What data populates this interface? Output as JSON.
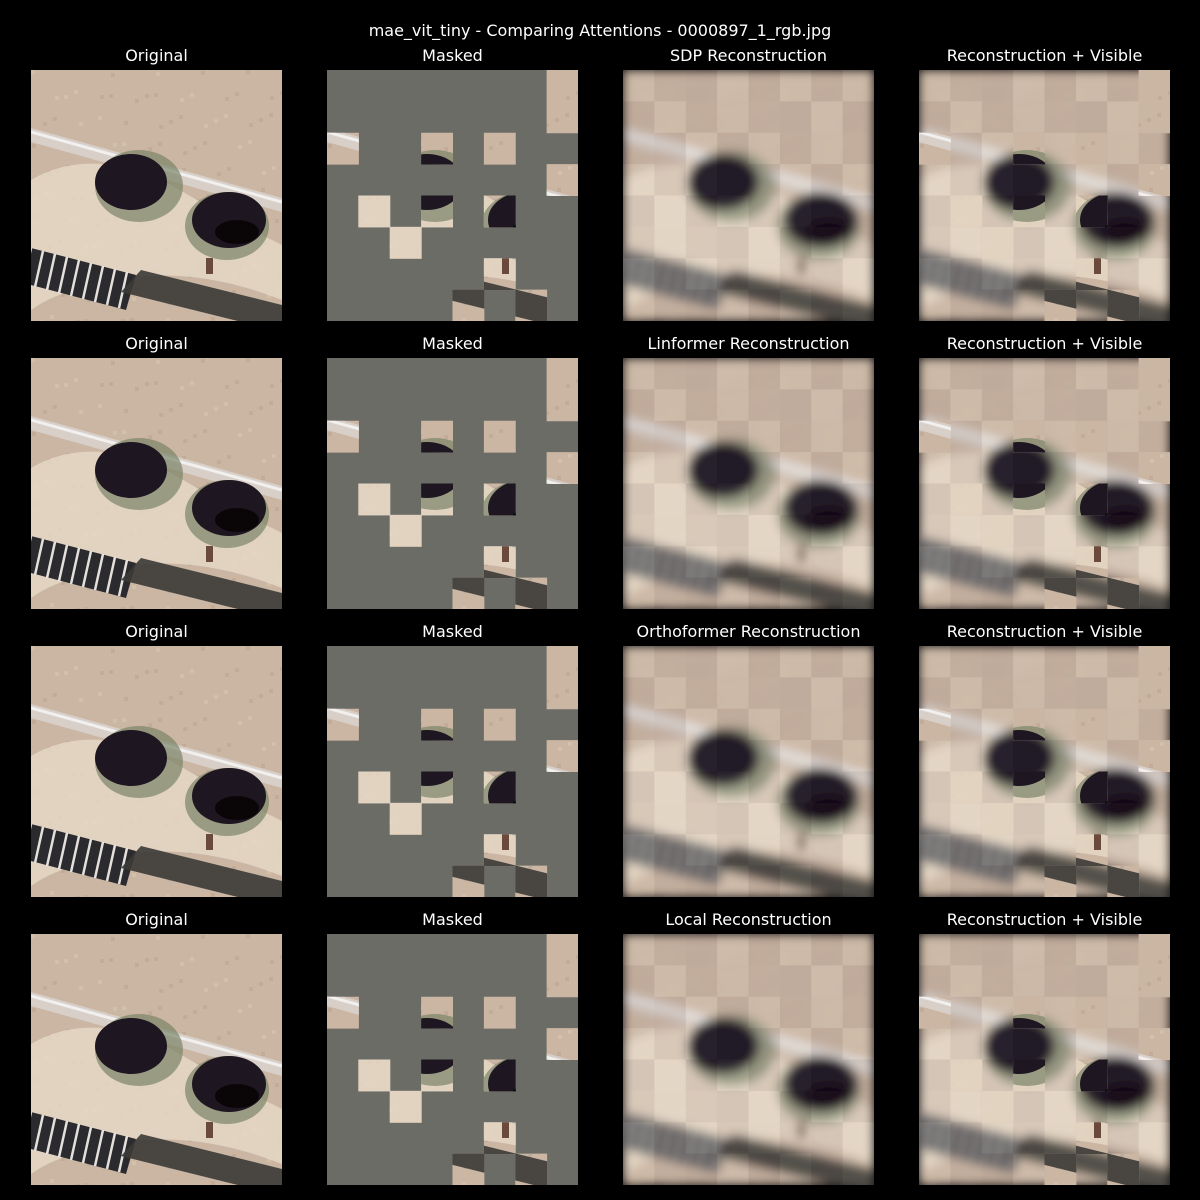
{
  "title": "mae_vit_tiny - Comparing Attentions - 0000897_1_rgb.jpg",
  "colors": {
    "background": "#000000",
    "mask_gray": "#6b6c66",
    "ground": "#cbb6a3",
    "crater": "#1e1620",
    "rim": "#e9dccb",
    "vegetation": "#7a8468",
    "road": "#d9d4cf",
    "panel_dark": "#2b2a2e"
  },
  "visible_patches": [
    [
      0,
      7
    ],
    [
      1,
      7
    ],
    [
      2,
      0
    ],
    [
      2,
      3
    ],
    [
      2,
      5
    ],
    [
      3,
      7
    ],
    [
      4,
      1
    ],
    [
      4,
      3
    ],
    [
      4,
      5
    ],
    [
      5,
      2
    ],
    [
      6,
      5
    ],
    [
      7,
      4
    ],
    [
      7,
      6
    ]
  ],
  "rows": [
    {
      "original": "Original",
      "masked": "Masked",
      "reconstruction": "SDP Reconstruction",
      "combined": "Reconstruction + Visible"
    },
    {
      "original": "Original",
      "masked": "Masked",
      "reconstruction": "Linformer Reconstruction",
      "combined": "Reconstruction + Visible"
    },
    {
      "original": "Original",
      "masked": "Masked",
      "reconstruction": "Orthoformer Reconstruction",
      "combined": "Reconstruction + Visible"
    },
    {
      "original": "Original",
      "masked": "Masked",
      "reconstruction": "Local Reconstruction",
      "combined": "Reconstruction + Visible"
    }
  ]
}
